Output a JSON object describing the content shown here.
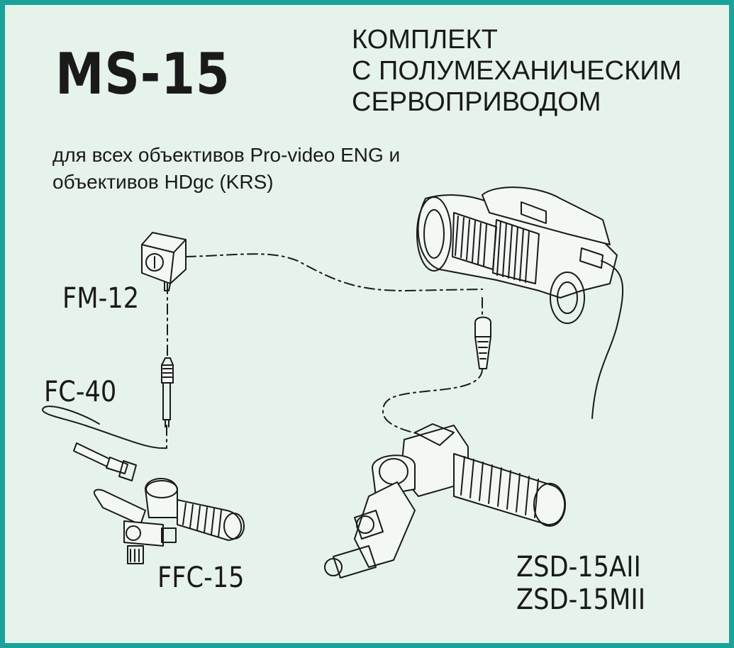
{
  "title": "MS-15",
  "kit_heading": [
    "КОМПЛЕКТ",
    "С ПОЛУМЕХАНИЧЕСКИМ",
    "СЕРВОПРИВОДОМ"
  ],
  "subtitle": [
    "для всех объективов Pro-video ENG и",
    "объективов HDgc (KRS)"
  ],
  "components": {
    "fm12": "FM-12",
    "fc40": "FC-40",
    "ffc15": "FFC-15",
    "zsd_a": "ZSD-15AII",
    "zsd_m": "ZSD-15MII"
  },
  "colors": {
    "border": "#1aa39a",
    "background": "#e6f3ea",
    "ink": "#1a1a1a"
  }
}
